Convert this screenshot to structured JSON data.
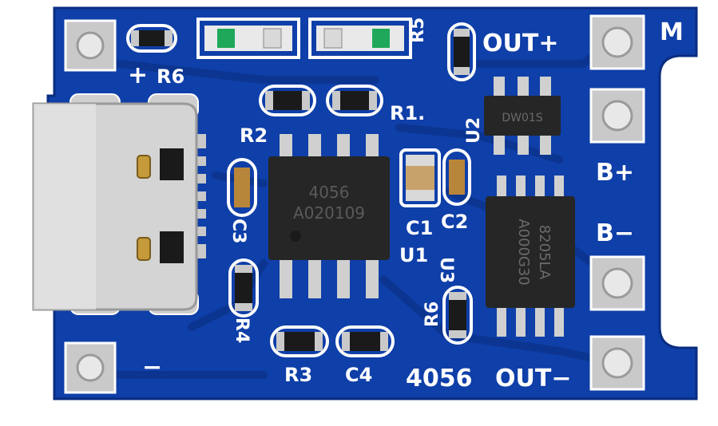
{
  "colors": {
    "pcb": "#0f3fa8",
    "pcb_dark": "#0a2d80",
    "trace": "#0b3590",
    "silk": "#ffffff",
    "ic": "#262626",
    "pad": "#c9c9c9",
    "metal": "#d4d4d4",
    "led": "#1fa85a"
  },
  "board": {
    "silk_labels": {
      "out_plus": "OUT+",
      "out_minus": "OUT−",
      "m": "M",
      "b_plus": "B+",
      "b_minus": "B−",
      "plus": "+",
      "minus": "−",
      "board_name": "4056",
      "r1": "R1.",
      "r2": "R2",
      "r3": "R3",
      "r4": "R4",
      "r5": "R5",
      "r6": "R6",
      "c1": "C1",
      "c2": "C2",
      "c3": "C3",
      "c4": "C4",
      "u1": "U1",
      "u2": "U2",
      "u3": "U3"
    },
    "chips": {
      "charger": {
        "line1": "4056",
        "line2": "A020109"
      },
      "protection": "DW01S",
      "mosfet": {
        "line1": "8205LA",
        "line2": "A000G30"
      }
    }
  }
}
